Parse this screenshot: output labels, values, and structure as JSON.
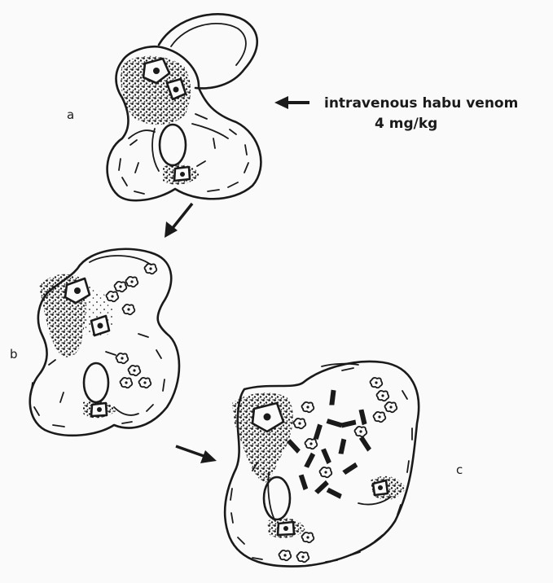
{
  "panels": [
    {
      "id": "a",
      "label": "a"
    },
    {
      "id": "b",
      "label": "b"
    },
    {
      "id": "c",
      "label": "c"
    }
  ],
  "annotation": {
    "line1": "intravenous habu venom",
    "line2": "4 mg/kg"
  },
  "colors": {
    "ink": "#1a1a1a",
    "paper": "#fafafa"
  }
}
